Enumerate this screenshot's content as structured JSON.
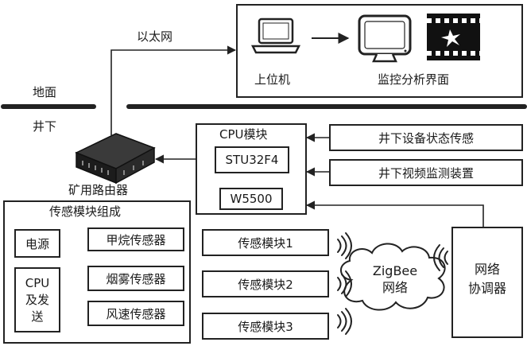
{
  "ethernet_label": "以太网",
  "ground_label": "地面",
  "underground_label": "井下",
  "router_label": "矿用路由器",
  "host_pc_label": "上位机",
  "monitor_ui_label": "监控分析界面",
  "cpu_module": {
    "title": "CPU模块",
    "chip1": "STU32F4",
    "chip2": "W5500"
  },
  "right_inputs": [
    "井下设备状态传感",
    "井下视频监测装置"
  ],
  "sensor_composition": {
    "title": "传感模块组成",
    "power": "电源",
    "cpu_send": [
      "CPU",
      "及发",
      "送"
    ],
    "sensors": [
      "甲烷传感器",
      "烟雾传感器",
      "风速传感器"
    ]
  },
  "sensor_modules": [
    "传感模块1",
    "传感模块2",
    "传感模块3"
  ],
  "zigbee": [
    "ZigBee",
    "网络"
  ],
  "coordinator": [
    "网络",
    "协调器"
  ]
}
